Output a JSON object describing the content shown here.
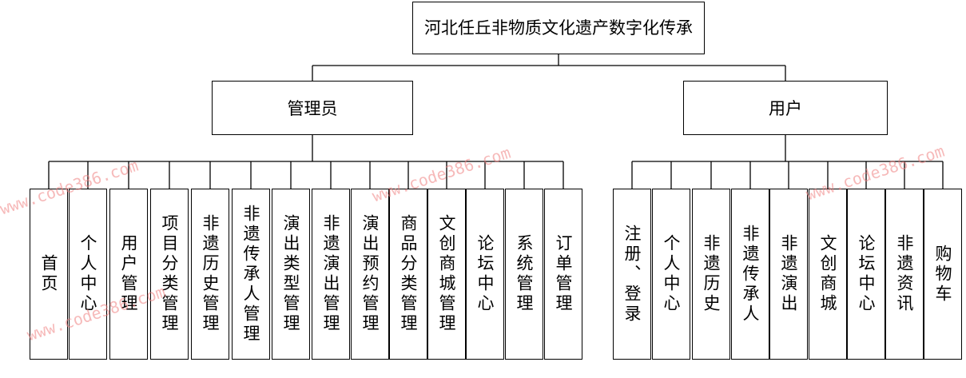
{
  "root": {
    "label": "河北任丘非物质文化遗产数字化传承"
  },
  "admin": {
    "label": "管理员",
    "children": [
      "首页",
      "个人中心",
      "用户管理",
      "项目分类管理",
      "非遗历史管理",
      "非遗传承人管理",
      "演出类型管理",
      "非遗演出管理",
      "演出预约管理",
      "商品分类管理",
      "文创商城管理",
      "论坛中心",
      "系统管理",
      "订单管理"
    ]
  },
  "user": {
    "label": "用户",
    "children": [
      "注册、登录",
      "个人中心",
      "非遗历史",
      "非遗传承人",
      "非遗演出",
      "文创商城",
      "论坛中心",
      "非遗资讯",
      "购物车"
    ]
  },
  "watermarks": [
    "www.code386.com",
    "www.code386.com",
    "www.code386.com",
    "www.code386.com"
  ]
}
